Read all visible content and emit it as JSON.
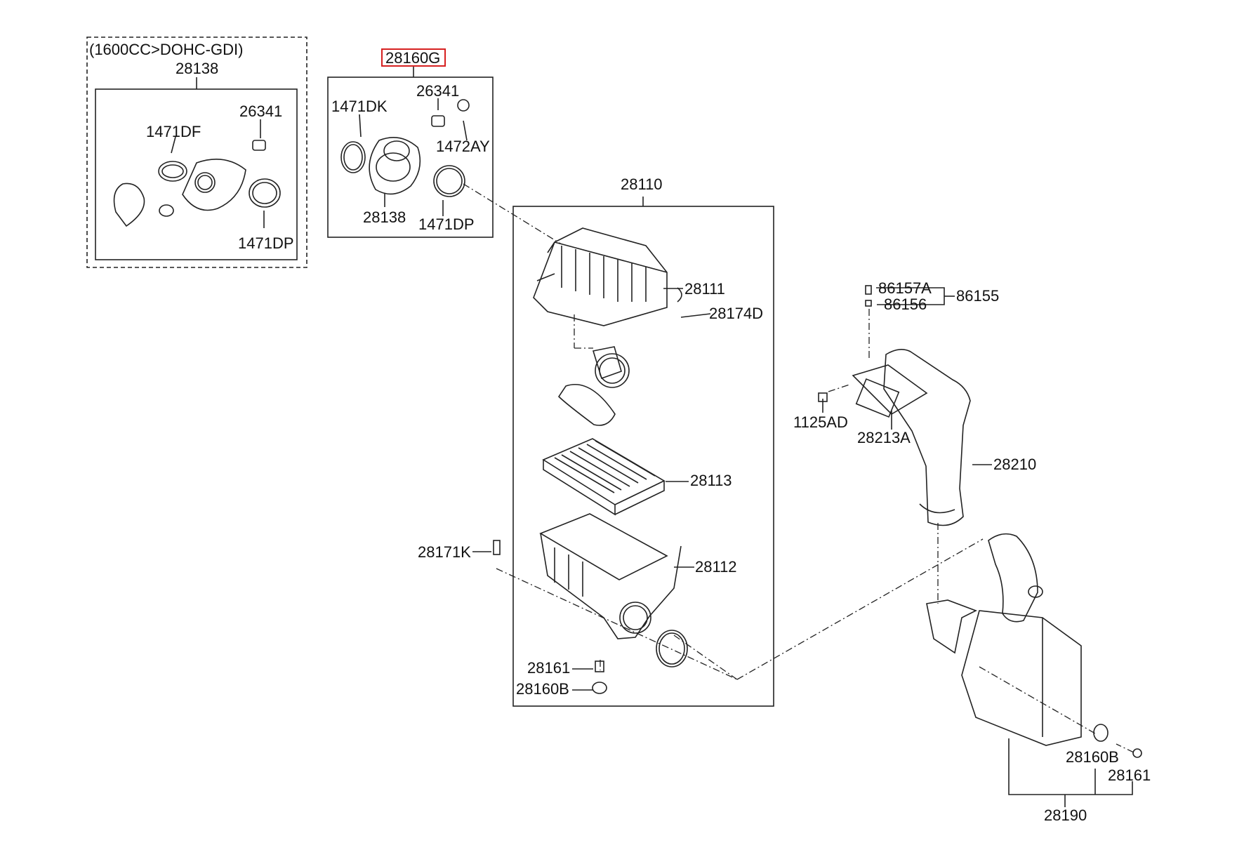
{
  "diagram": {
    "accent_color": "#d62020",
    "line_color": "#222222",
    "labels": {
      "variant_note": "(1600CC>DOHC-GDI)",
      "alt_hose_assy": "28138",
      "alt_sensor": "26341",
      "alt_clamp_top": "1471DF",
      "alt_clamp_bottom": "1471DP",
      "kit_highlight": "28160G",
      "kit_sensor": "26341",
      "kit_clamp_left": "1471DK",
      "kit_clamp_small": "1472AY",
      "kit_hose": "28138",
      "kit_clamp_right": "1471DP",
      "cleaner_assy": "28110",
      "cover": "28111",
      "cover_clip": "28174D",
      "filter": "28113",
      "body": "28112",
      "body_bolt": "28171K",
      "grommet_pin": "28161",
      "grommet_mount": "28160B",
      "bolt_set_a": "86157A",
      "bolt_set_b": "86156",
      "bolt_set_group": "86155",
      "duct_bolt": "1125AD",
      "duct_bracket": "28213A",
      "intake_duct": "28210",
      "resonator_grommet": "28160B",
      "resonator_pin": "28161",
      "resonator": "28190"
    }
  }
}
